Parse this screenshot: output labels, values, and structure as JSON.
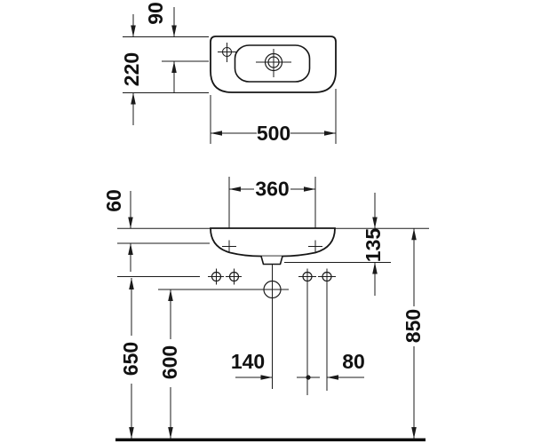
{
  "drawing": {
    "kind": "washbasin technical dimension drawing",
    "colors": {
      "background": "#ffffff",
      "line": "#1b1b1b",
      "text": "#111111"
    },
    "dims": {
      "d90": "90",
      "d220": "220",
      "d500": "500",
      "d360": "360",
      "d60": "60",
      "d135": "135",
      "d650": "650",
      "d600": "600",
      "d140": "140",
      "d80": "80",
      "d850": "850"
    }
  }
}
